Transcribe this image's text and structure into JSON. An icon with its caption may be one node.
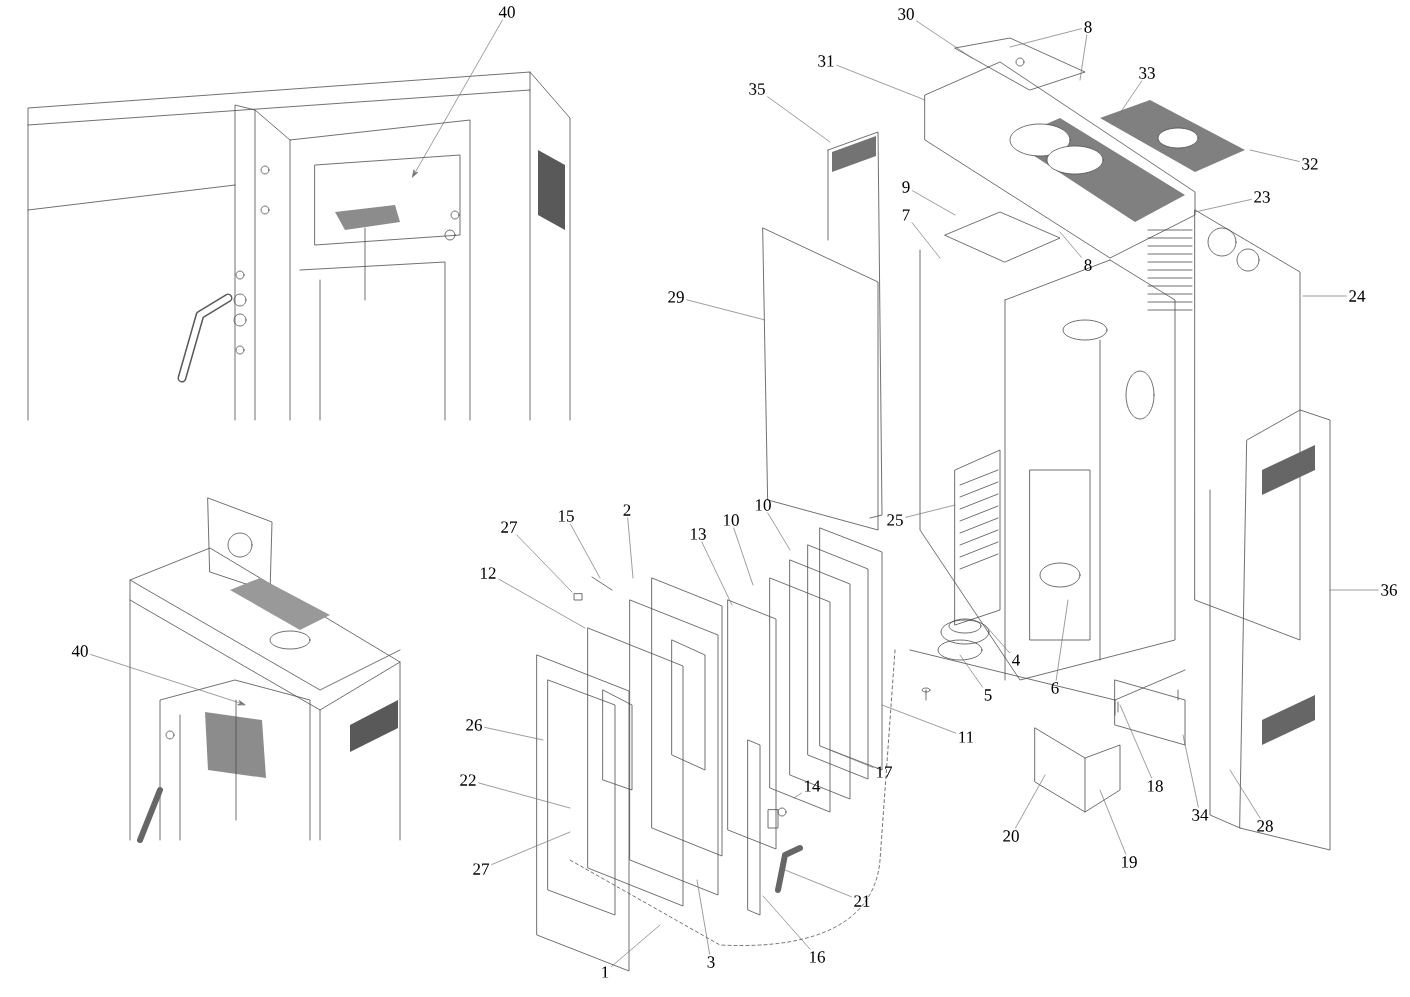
{
  "diagram": {
    "nodes": [
      {
        "text": [
          "40"
        ]
      },
      {
        "text": [
          "30"
        ]
      },
      {
        "text": [
          "8"
        ]
      },
      {
        "text": [
          "31"
        ]
      },
      {
        "text": [
          "33"
        ]
      },
      {
        "text": [
          "35"
        ]
      },
      {
        "text": [
          "32"
        ]
      },
      {
        "text": [
          "9"
        ]
      },
      {
        "text": [
          "23"
        ]
      },
      {
        "text": [
          "7"
        ]
      },
      {
        "text": [
          "8"
        ]
      },
      {
        "text": [
          "29"
        ]
      },
      {
        "text": [
          "24"
        ]
      },
      {
        "text": [
          "25"
        ]
      },
      {
        "text": [
          "27"
        ]
      },
      {
        "text": [
          "15"
        ]
      },
      {
        "text": [
          "2"
        ]
      },
      {
        "text": [
          "10"
        ]
      },
      {
        "text": [
          "13"
        ]
      },
      {
        "text": [
          "10"
        ]
      },
      {
        "text": [
          "12"
        ]
      },
      {
        "text": [
          "36"
        ]
      },
      {
        "text": [
          "40"
        ]
      },
      {
        "text": [
          "4"
        ]
      },
      {
        "text": [
          "6"
        ]
      },
      {
        "text": [
          "5"
        ]
      },
      {
        "text": [
          "26"
        ]
      },
      {
        "text": [
          "11"
        ]
      },
      {
        "text": [
          "17"
        ]
      },
      {
        "text": [
          "22"
        ]
      },
      {
        "text": [
          "14"
        ]
      },
      {
        "text": [
          "18"
        ]
      },
      {
        "text": [
          "34"
        ]
      },
      {
        "text": [
          "28"
        ]
      },
      {
        "text": [
          "20"
        ]
      },
      {
        "text": [
          "19"
        ]
      },
      {
        "text": [
          "27"
        ]
      },
      {
        "text": [
          "21"
        ]
      },
      {
        "text": [
          "16"
        ]
      },
      {
        "text": [
          "1"
        ]
      },
      {
        "text": [
          "3"
        ]
      }
    ],
    "edges": [
      {
        "from": 0,
        "to": null,
        "arrow": "to"
      },
      {
        "from": 1,
        "to": null,
        "arrow": "none"
      },
      {
        "from": 2,
        "to": null,
        "arrow": "none"
      },
      {
        "from": 2,
        "to": null,
        "arrow": "none"
      },
      {
        "from": 3,
        "to": null,
        "arrow": "none"
      },
      {
        "from": 4,
        "to": null,
        "arrow": "none"
      },
      {
        "from": 5,
        "to": null,
        "arrow": "none"
      },
      {
        "from": 6,
        "to": null,
        "arrow": "none"
      },
      {
        "from": 7,
        "to": null,
        "arrow": "none"
      },
      {
        "from": 8,
        "to": null,
        "arrow": "none"
      },
      {
        "from": 9,
        "to": null,
        "arrow": "none"
      },
      {
        "from": 10,
        "to": null,
        "arrow": "none"
      },
      {
        "from": 11,
        "to": null,
        "arrow": "none"
      },
      {
        "from": 12,
        "to": null,
        "arrow": "none"
      },
      {
        "from": 13,
        "to": null,
        "arrow": "none"
      },
      {
        "from": 14,
        "to": null,
        "arrow": "none"
      },
      {
        "from": 15,
        "to": null,
        "arrow": "none"
      },
      {
        "from": 16,
        "to": null,
        "arrow": "none"
      },
      {
        "from": 17,
        "to": null,
        "arrow": "none"
      },
      {
        "from": 18,
        "to": null,
        "arrow": "none"
      },
      {
        "from": 19,
        "to": null,
        "arrow": "none"
      },
      {
        "from": 20,
        "to": null,
        "arrow": "none"
      },
      {
        "from": 21,
        "to": null,
        "arrow": "none"
      },
      {
        "from": 22,
        "to": null,
        "arrow": "to"
      },
      {
        "from": 23,
        "to": null,
        "arrow": "none"
      },
      {
        "from": 24,
        "to": null,
        "arrow": "none"
      },
      {
        "from": 25,
        "to": null,
        "arrow": "none"
      },
      {
        "from": 26,
        "to": null,
        "arrow": "none"
      },
      {
        "from": 27,
        "to": null,
        "arrow": "none"
      },
      {
        "from": 28,
        "to": null,
        "arrow": "none"
      },
      {
        "from": 29,
        "to": null,
        "arrow": "none"
      },
      {
        "from": 30,
        "to": null,
        "arrow": "none"
      },
      {
        "from": 31,
        "to": null,
        "arrow": "none"
      },
      {
        "from": 32,
        "to": null,
        "arrow": "none"
      },
      {
        "from": 33,
        "to": null,
        "arrow": "none"
      },
      {
        "from": 34,
        "to": null,
        "arrow": "none"
      },
      {
        "from": 35,
        "to": null,
        "arrow": "none"
      },
      {
        "from": 36,
        "to": null,
        "arrow": "none"
      },
      {
        "from": 37,
        "to": null,
        "arrow": "none"
      },
      {
        "from": 38,
        "to": null,
        "arrow": "none"
      },
      {
        "from": 39,
        "to": null,
        "arrow": "none"
      },
      {
        "from": 40,
        "to": null,
        "arrow": "none"
      }
    ]
  }
}
